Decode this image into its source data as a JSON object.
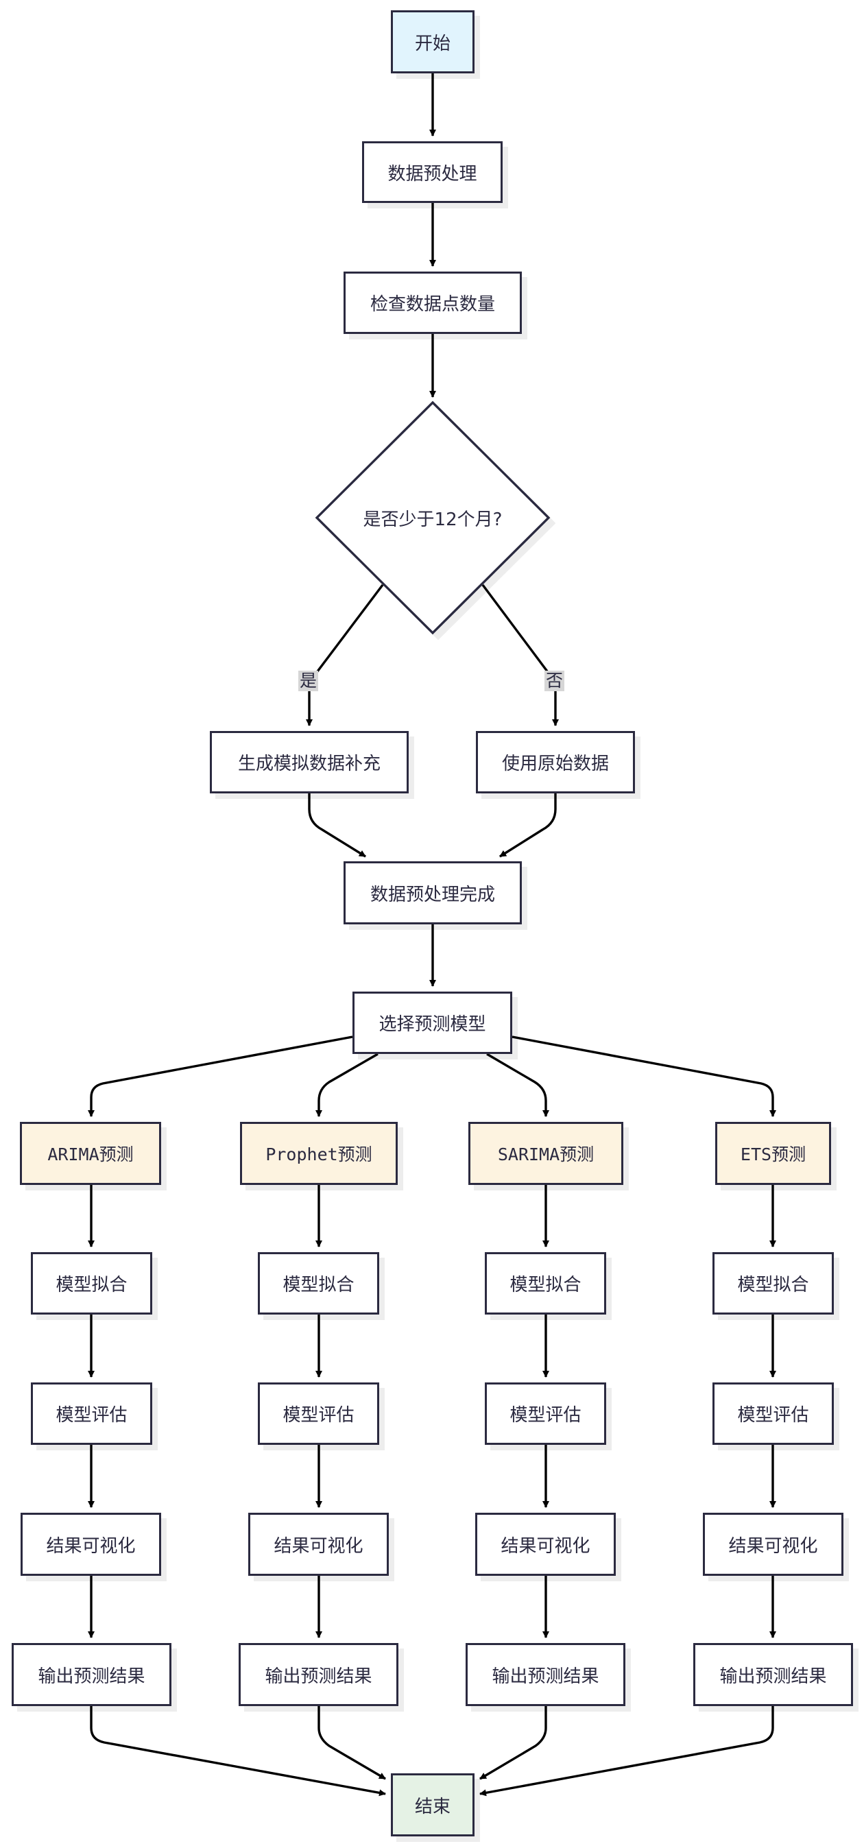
{
  "start": {
    "label": "开始"
  },
  "preprocess": {
    "label": "数据预处理"
  },
  "check": {
    "label": "检查数据点数量"
  },
  "decision": {
    "label": "是否少于12个月?"
  },
  "branch_yes": {
    "edge_label": "是",
    "node_label": "生成模拟数据补充"
  },
  "branch_no": {
    "edge_label": "否",
    "node_label": "使用原始数据"
  },
  "preprocess_done": {
    "label": "数据预处理完成"
  },
  "select_model": {
    "label": "选择预测模型"
  },
  "models": [
    {
      "name": "ARIMA预测",
      "steps": [
        "模型拟合",
        "模型评估",
        "结果可视化",
        "输出预测结果"
      ]
    },
    {
      "name": "Prophet预测",
      "steps": [
        "模型拟合",
        "模型评估",
        "结果可视化",
        "输出预测结果"
      ]
    },
    {
      "name": "SARIMA预测",
      "steps": [
        "模型拟合",
        "模型评估",
        "结果可视化",
        "输出预测结果"
      ]
    },
    {
      "name": "ETS预测",
      "steps": [
        "模型拟合",
        "模型评估",
        "结果可视化",
        "输出预测结果"
      ]
    }
  ],
  "end": {
    "label": "结束"
  },
  "colors": {
    "stroke": "#2b2a40",
    "start_fill": "#e1f4fd",
    "end_fill": "#e5f2e5",
    "model_fill": "#fdf3e0",
    "edge_label_bg": "#d6d6d6"
  }
}
